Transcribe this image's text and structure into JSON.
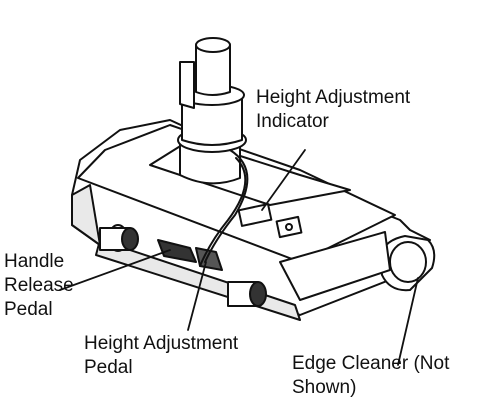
{
  "colors": {
    "line": "#111111",
    "fill": "#ffffff",
    "shade": "#e9e9e9",
    "dark": "#333333"
  },
  "labels": {
    "height_indicator_line1": "Height Adjustment",
    "height_indicator_line2": "Indicator",
    "handle_release_line1": "Handle",
    "handle_release_line2": "Release",
    "handle_release_line3": "Pedal",
    "height_pedal_line1": "Height Adjustment",
    "height_pedal_line2": "Pedal",
    "edge_cleaner_line1": "Edge Cleaner (Not",
    "edge_cleaner_line2": "Shown)"
  }
}
